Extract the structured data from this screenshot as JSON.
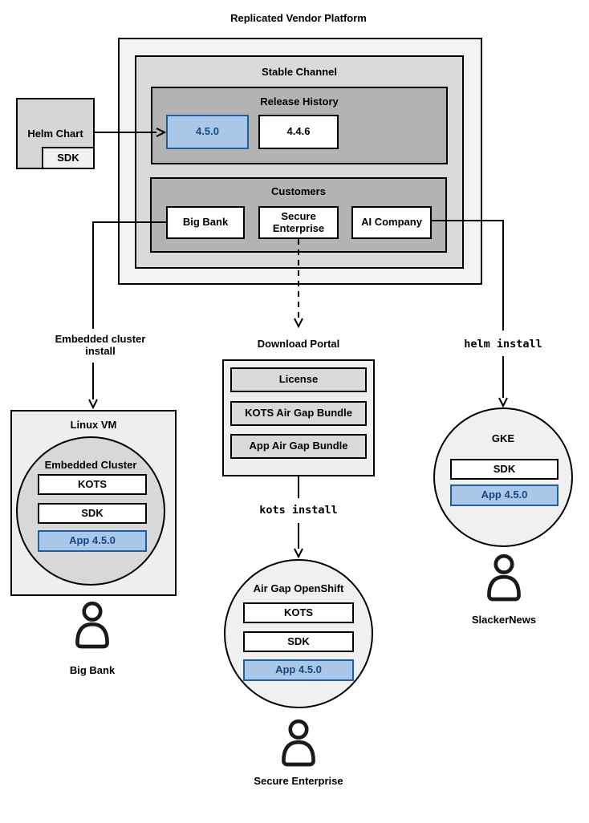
{
  "diagram": {
    "title": "Replicated Vendor Platform",
    "platform": {
      "stable_channel": {
        "label": "Stable Channel",
        "release_history": {
          "label": "Release History",
          "releases": [
            {
              "version": "4.5.0",
              "highlighted": true
            },
            {
              "version": "4.4.6",
              "highlighted": false
            }
          ]
        },
        "customers": {
          "label": "Customers",
          "items": [
            {
              "name": "Big Bank"
            },
            {
              "name": "Secure Enterprise"
            },
            {
              "name": "AI Company"
            }
          ]
        }
      }
    },
    "helm_chart": {
      "label": "Helm Chart",
      "sdk": "SDK"
    },
    "install_flows": [
      {
        "name": "embedded-cluster-install",
        "arrow_label": "Embedded cluster install",
        "environment": {
          "title": "Linux VM",
          "cluster_title": "Embedded Cluster",
          "components": [
            "KOTS",
            "SDK"
          ],
          "app": "App 4.5.0"
        },
        "user": "Big Bank"
      },
      {
        "name": "kots-airgap-install",
        "portal": {
          "title": "Download Portal",
          "items": [
            "License",
            "KOTS Air Gap Bundle",
            "App Air Gap Bundle"
          ]
        },
        "arrow_label": "kots install",
        "environment": {
          "title": "Air Gap OpenShift",
          "components": [
            "KOTS",
            "SDK"
          ],
          "app": "App 4.5.0"
        },
        "user": "Secure Enterprise"
      },
      {
        "name": "helm-install",
        "arrow_label": "helm install",
        "environment": {
          "title": "GKE",
          "components": [
            "SDK"
          ],
          "app": "App 4.5.0"
        },
        "user": "SlackerNews"
      }
    ],
    "colors": {
      "platform_bg": "#f2f2f2",
      "channel_bg": "#dadada",
      "section_bg": "#b3b3b3",
      "container_bg": "#efefef",
      "highlight_fill": "#a9c7e8",
      "highlight_border": "#1f5fa0",
      "highlight_text": "#17477e",
      "line": "#000000"
    }
  }
}
